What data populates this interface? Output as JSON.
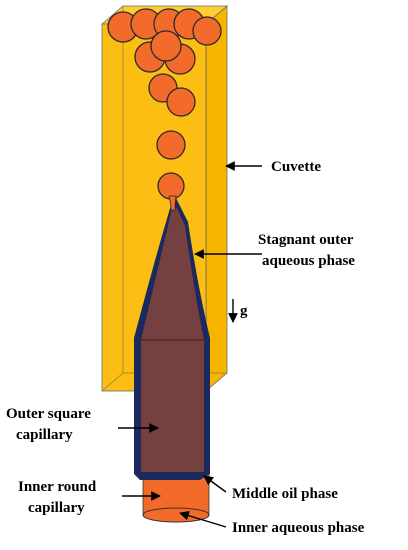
{
  "labels": {
    "cuvette": "Cuvette",
    "stagnant_line1": "Stagnant outer",
    "stagnant_line2": "aqueous phase",
    "gravity": "g",
    "outer_square_line1": "Outer square",
    "outer_square_line2": "capillary",
    "inner_round_line1": "Inner round",
    "inner_round_line2": "capillary",
    "middle_oil": "Middle oil phase",
    "inner_aqueous": "Inner aqueous phase"
  },
  "colors": {
    "cuvette_fill": "#FDBE13",
    "cuvette_edge": "#6b6b6b",
    "droplet_fill": "#F26B2B",
    "droplet_edge": "#2b2b2b",
    "inner_fluid": "#744040",
    "capillary_wall": "#1a2a5e",
    "round_capillary": "#F26B2B",
    "arrow": "#000000"
  }
}
